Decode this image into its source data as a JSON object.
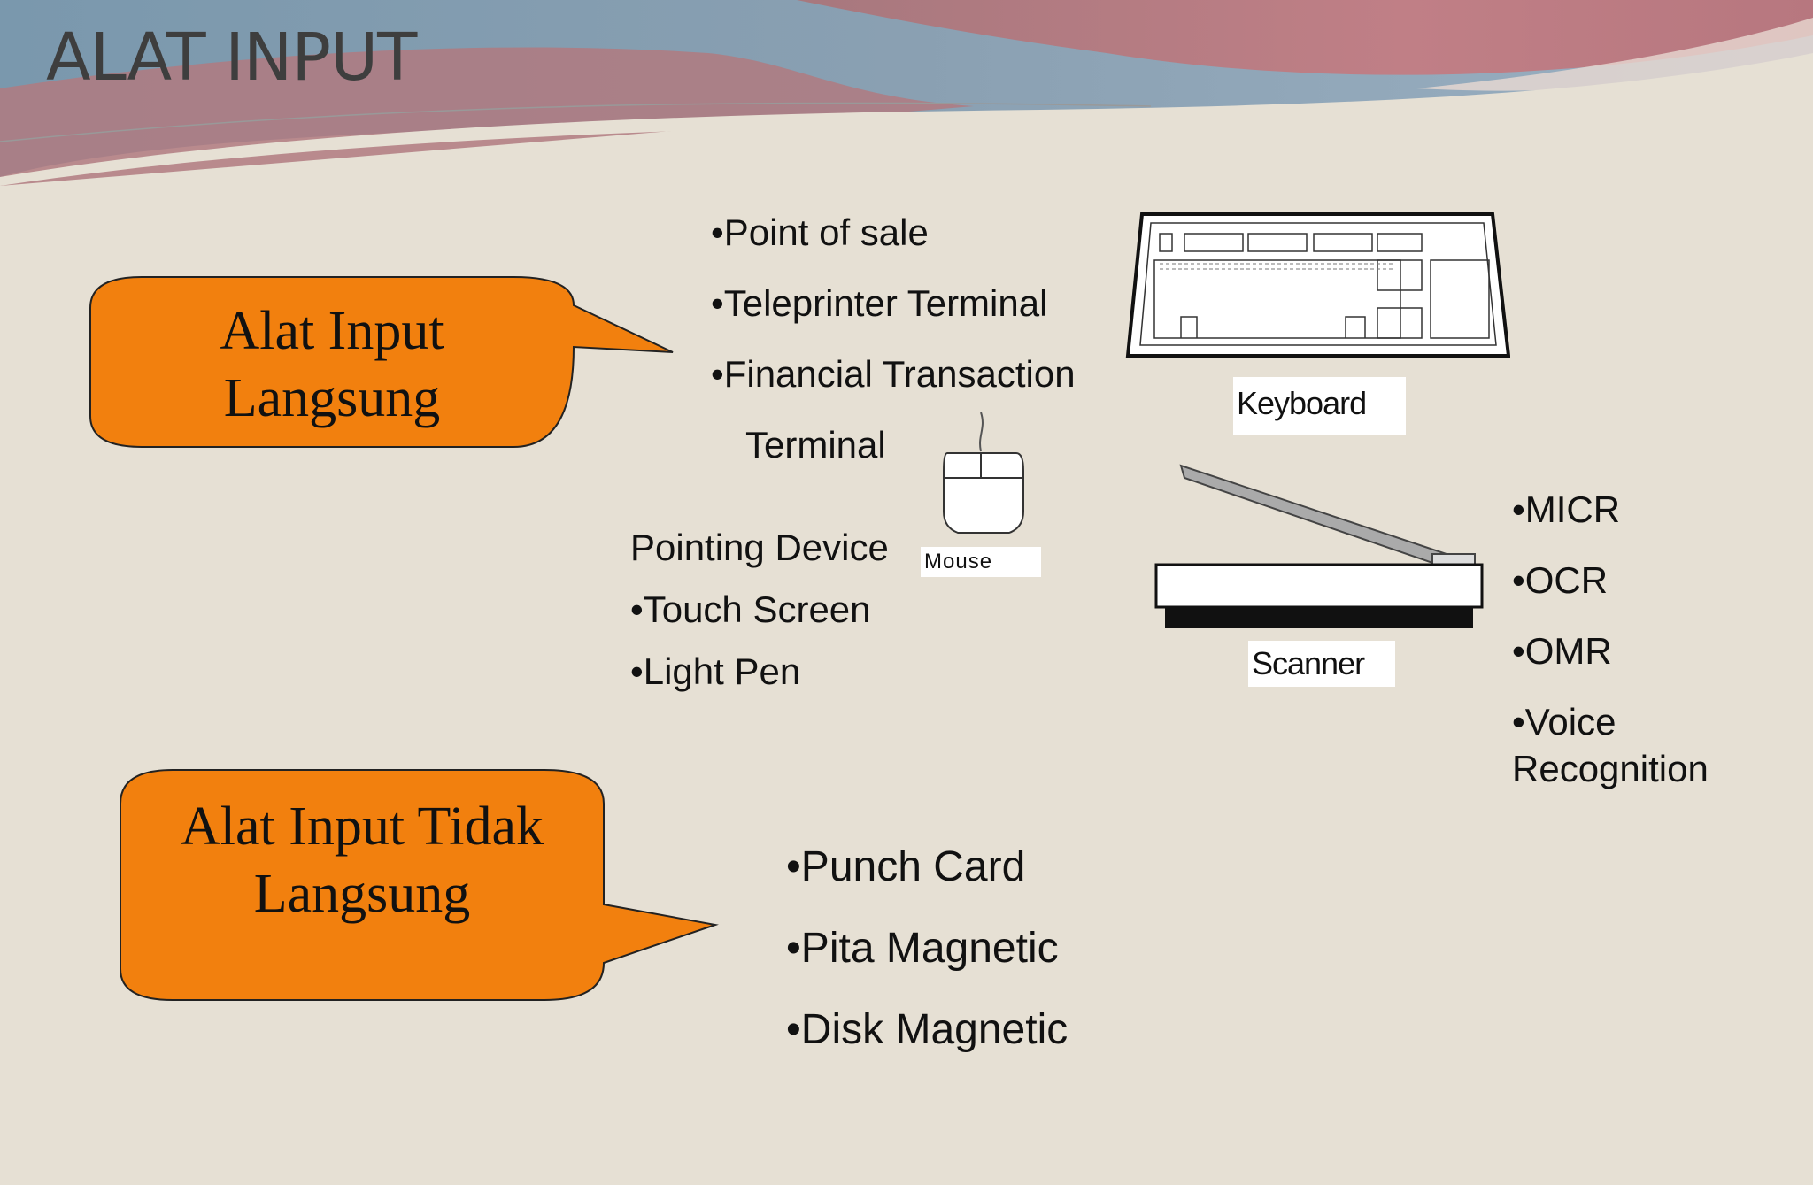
{
  "slide": {
    "title": "ALAT INPUT",
    "colors": {
      "callout_fill": "#f2800e",
      "background": "#e6e0d4"
    }
  },
  "callout_direct": {
    "line1": "Alat Input",
    "line2": "Langsung"
  },
  "callout_indirect": {
    "line1": "Alat Input Tidak",
    "line2": "Langsung"
  },
  "terminal_list": {
    "items": [
      "•Point of sale",
      "•Teleprinter Terminal",
      "•Financial Transaction"
    ],
    "continuation": "Terminal"
  },
  "pointing": {
    "heading": "Pointing Device",
    "items": [
      "•Touch Screen",
      "•Light Pen"
    ]
  },
  "recognition_list": {
    "items": [
      "•MICR",
      "•OCR",
      "•OMR",
      "•Voice"
    ],
    "continuation": "Recognition"
  },
  "indirect_list": {
    "items": [
      "•Punch Card",
      "•Pita Magnetic",
      "•Disk Magnetic"
    ]
  },
  "devices": {
    "keyboard": {
      "label": "Keyboard",
      "icon": "keyboard-icon"
    },
    "mouse": {
      "label": "Mouse",
      "icon": "mouse-icon"
    },
    "scanner": {
      "label": "Scanner",
      "icon": "scanner-icon"
    }
  }
}
